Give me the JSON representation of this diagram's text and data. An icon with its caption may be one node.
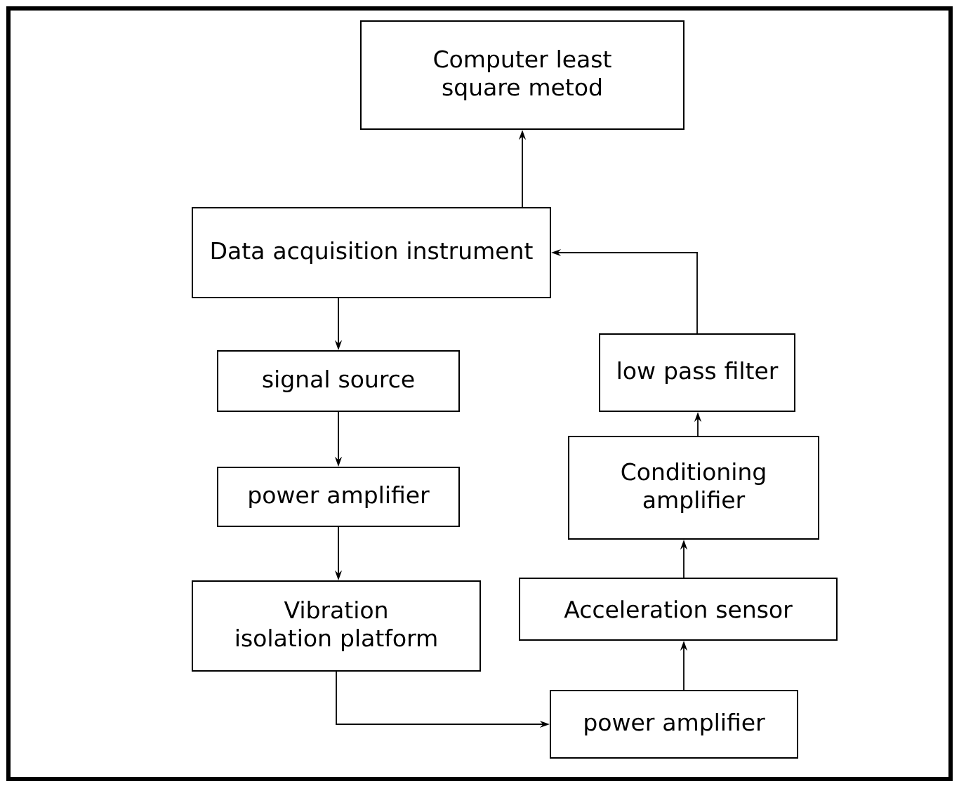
{
  "diagram": {
    "nodes": [
      {
        "text": [
          "Computer least square metod"
        ]
      },
      {
        "text": [
          "Data acquisition instrument"
        ]
      },
      {
        "text": [
          "signal source"
        ]
      },
      {
        "text": [
          "power amplifier"
        ]
      },
      {
        "text": [
          "Vibration isolation platform"
        ]
      },
      {
        "text": [
          "low pass filter"
        ]
      },
      {
        "text": [
          "Conditioning amplifier"
        ]
      },
      {
        "text": [
          "Acceleration sensor"
        ]
      },
      {
        "text": [
          "power amplifier"
        ]
      }
    ],
    "edges": [
      {
        "from": 1,
        "to": 0,
        "arrow": "to"
      },
      {
        "from": 1,
        "to": 2,
        "arrow": "to"
      },
      {
        "from": 2,
        "to": 3,
        "arrow": "to"
      },
      {
        "from": 3,
        "to": 4,
        "arrow": "to"
      },
      {
        "from": 4,
        "to": 8,
        "arrow": "to"
      },
      {
        "from": 8,
        "to": 7,
        "arrow": "to"
      },
      {
        "from": 7,
        "to": 6,
        "arrow": "to"
      },
      {
        "from": 6,
        "to": 5,
        "arrow": "to"
      },
      {
        "from": 5,
        "to": 1,
        "arrow": "to"
      }
    ]
  }
}
